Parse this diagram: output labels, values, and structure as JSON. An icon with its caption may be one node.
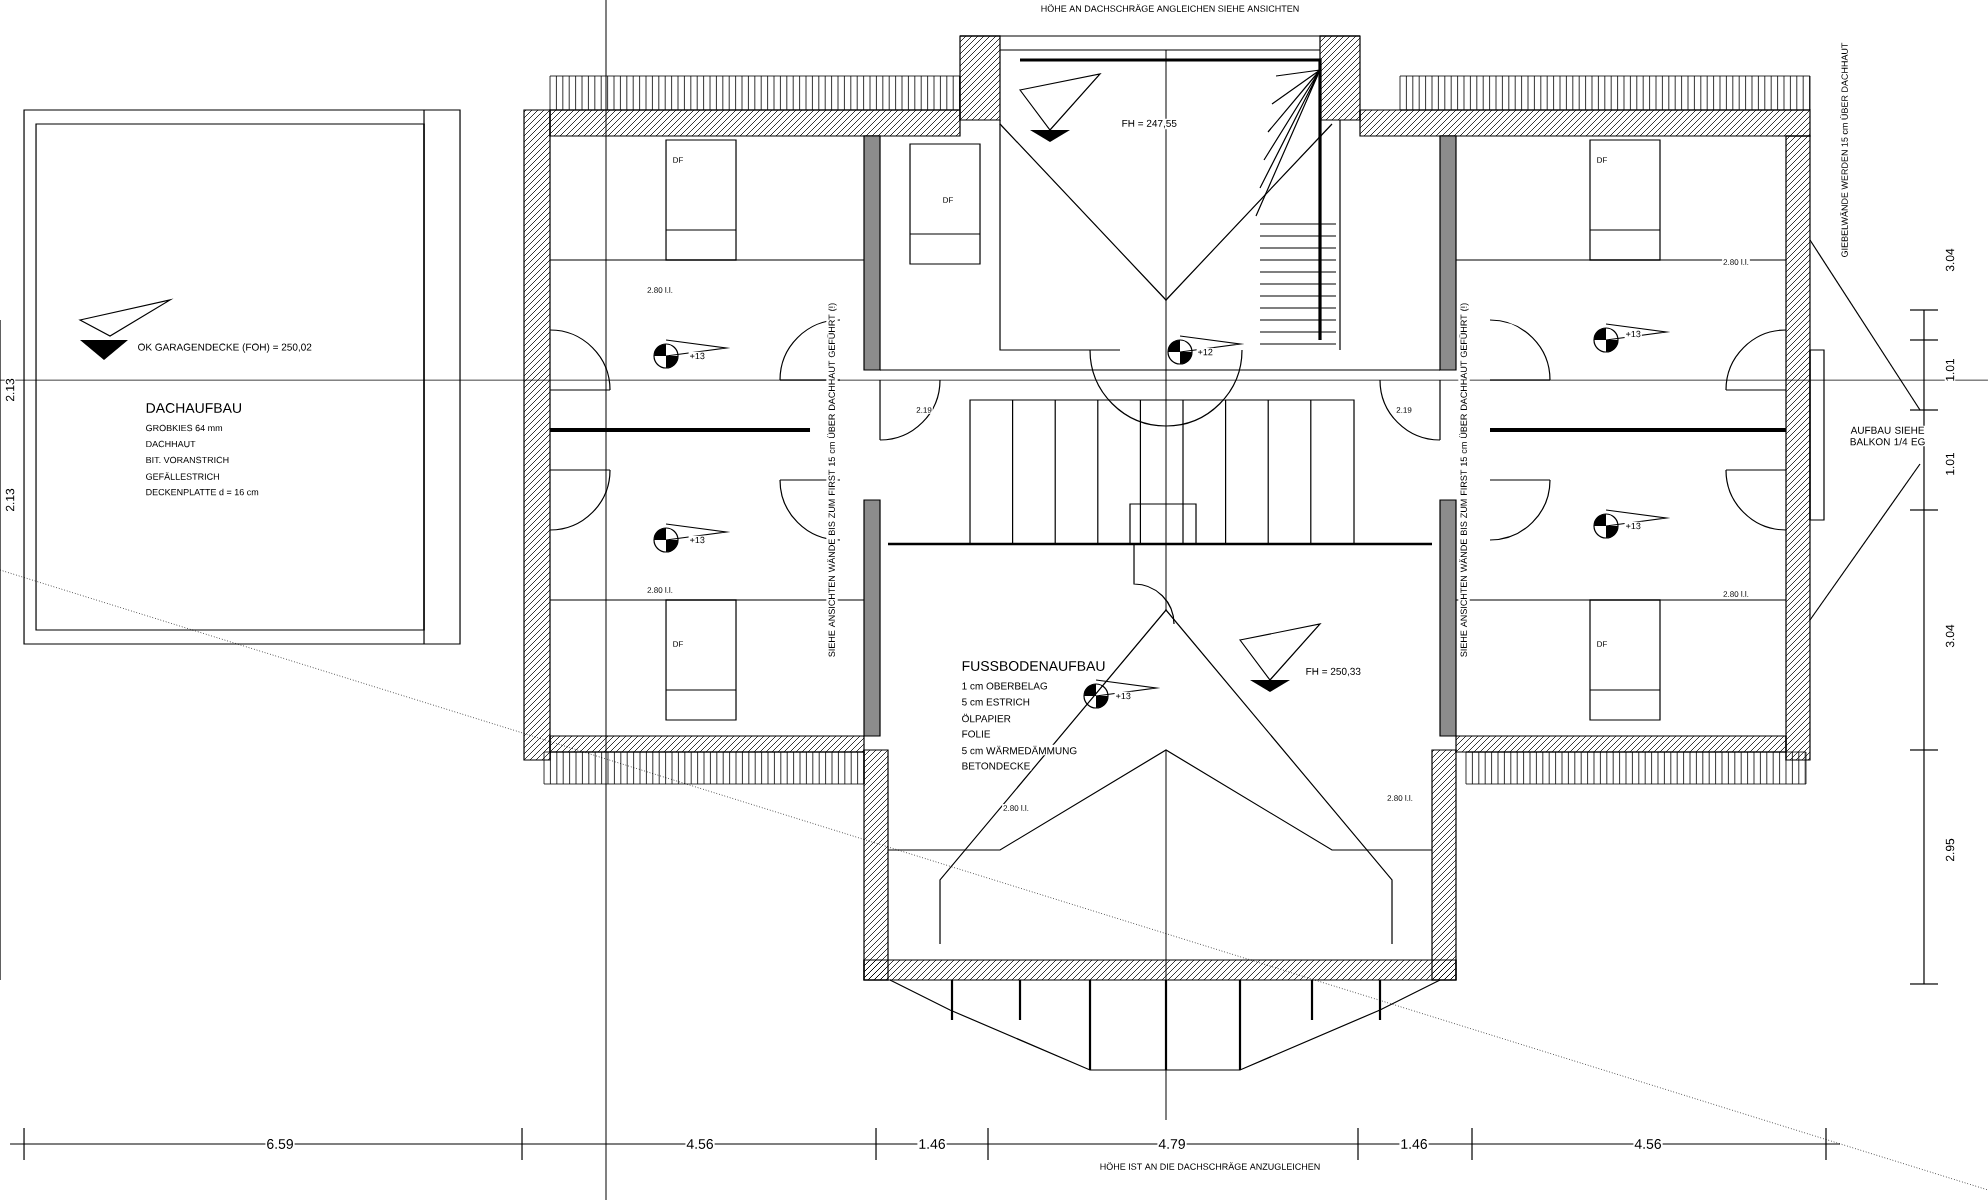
{
  "diagram": {
    "labels": [
      "HÖHE AN DACHSCHRÄGE ANGLEICHEN SIEHE ANSICHTEN",
      "DF",
      "DF",
      "DF",
      "FH = 247,55",
      "GIEBELWÄNDE WERDEN 15 cm ÜBER DACHHAUT",
      "OK GARAGENDECKE (FOH) = 250,02",
      "2.80 l.l.",
      "2.80 l.l.",
      "+13",
      "+12",
      "+13",
      "2.19",
      "2.19",
      "DACHAUFBAU",
      "GROBKIES 64 mm",
      "DACHHAUT",
      "BIT. VORANSTRICH",
      "GEFÄLLESTRICH",
      "DECKENPLATTE d = 16 cm",
      "AUFBAU SIEHE BALKON 1/4 EG",
      "+13",
      "+13",
      "2.80 l.l.",
      "2.80 l.l.",
      "DF",
      "DF",
      "SIEHE ANSICHTEN WÄNDE BIS ZUM FIRST 15 cm ÜBER DACHHAUT GEFÜHRT (!)",
      "SIEHE ANSICHTEN WÄNDE BIS ZUM FIRST 15 cm ÜBER DACHHAUT GEFÜHRT (!)",
      "FUSSBODENAUFBAU",
      "1 cm OBERBELAG",
      "5 cm ESTRICH",
      "ÖLPAPIER",
      "FOLIE",
      "5 cm WÄRMEDÄMMUNG",
      "BETONDECKE",
      "+13",
      "FH = 250,33",
      "2.80 l.l.",
      "2.80 l.l.",
      "2.13",
      "2.13",
      "3.04",
      "1.01",
      "1.01",
      "3.04",
      "2.95",
      "6.59",
      "4.56",
      "1.46",
      "4.79",
      "1.46",
      "4.56",
      "HÖHE IST AN DIE DACHSCHRÄGE ANZUGLEICHEN"
    ]
  }
}
